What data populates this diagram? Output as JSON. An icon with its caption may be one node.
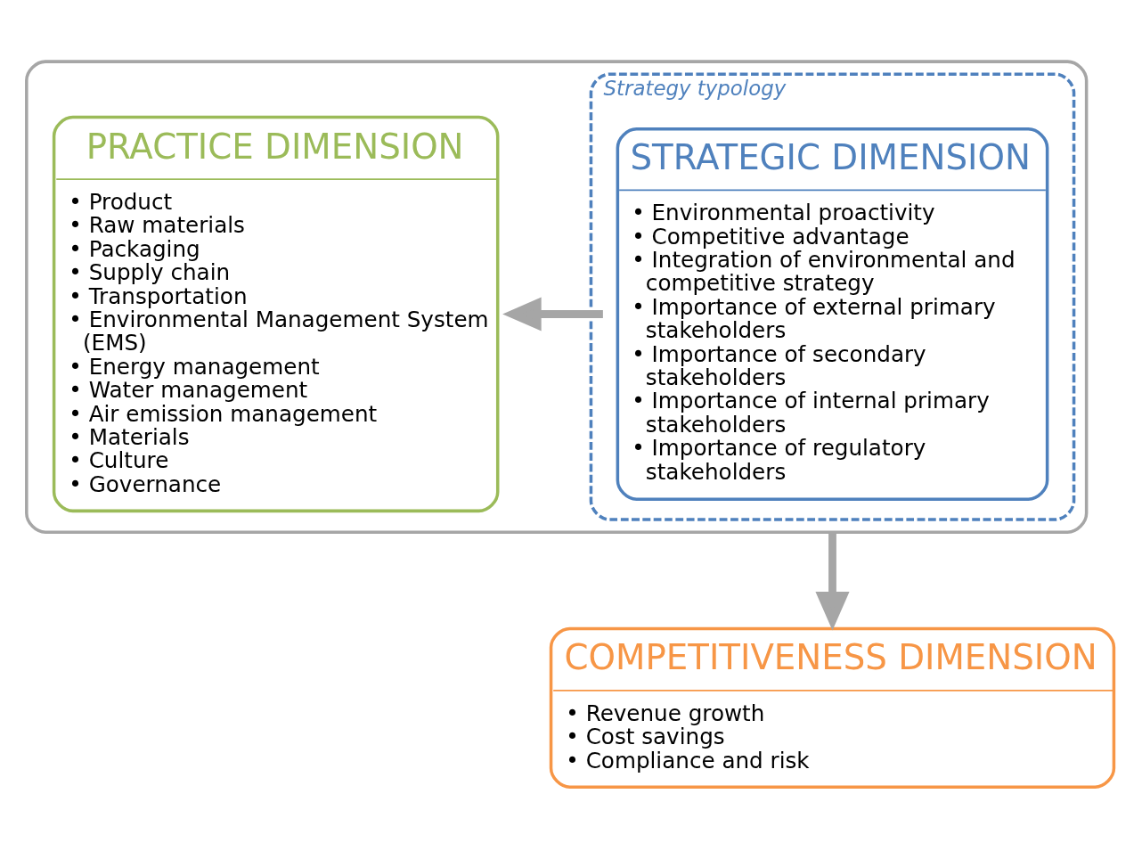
{
  "diagram": {
    "nodes": [
      {
        "text": [],
        "shape": "box"
      },
      {
        "text": [
          "Strategy typology"
        ],
        "in": 0
      },
      {
        "text": [
          "STRATEGIC DIMENSION",
          "• Environmental proactivity",
          "• Competitive advantage",
          "• Integration of environmental and competitive strategy",
          "• Importance of external primary stakeholders",
          "• Importance of secondary stakeholders",
          "• Importance of internal primary stakeholders",
          "• Importance of regulatory stakeholders"
        ],
        "in": 1
      },
      {
        "text": [
          "PRACTICE DIMENSION",
          "• Product",
          "• Raw materials",
          "• Packaging",
          "• Supply chain",
          "• Transportation",
          "• Environmental Management System (EMS)",
          "• Energy management",
          "• Water management",
          "• Air emission management",
          "• Materials",
          "• Culture",
          "• Governance"
        ],
        "in": 0
      },
      {
        "text": [
          "COMPETITIVENESS DIMENSION",
          "• Revenue growth",
          "• Cost savings",
          "• Compliance and risk"
        ]
      }
    ],
    "edges": [
      {
        "from": 2,
        "to": 3,
        "arrow": "to"
      },
      {
        "from": 0,
        "to": 4,
        "arrow": "to"
      }
    ]
  }
}
